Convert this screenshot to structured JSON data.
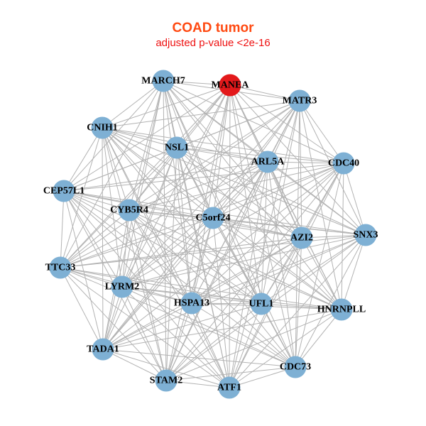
{
  "title": "COAD tumor",
  "subtitle": "adjusted p-value <2e-16",
  "colors": {
    "node": "#7eb0d4",
    "highlight": "#e3191b",
    "edge": "#b3b3b3",
    "title": "#ff4a12",
    "subtitle": "#ee1111"
  },
  "highlighted_node": "MANEA",
  "nodes": [
    "MANEA",
    "MARCH7",
    "MATR3",
    "CNIH1",
    "NSL1",
    "ARL5A",
    "CDC40",
    "CEP57L1",
    "CYB5R4",
    "C5orf24",
    "AZI2",
    "SNX3",
    "TTC33",
    "LYRM2",
    "HSPA13",
    "UFL1",
    "HNRNPLL",
    "TADA1",
    "CDC73",
    "STAM2",
    "ATF1"
  ],
  "edges": "all-pairs"
}
